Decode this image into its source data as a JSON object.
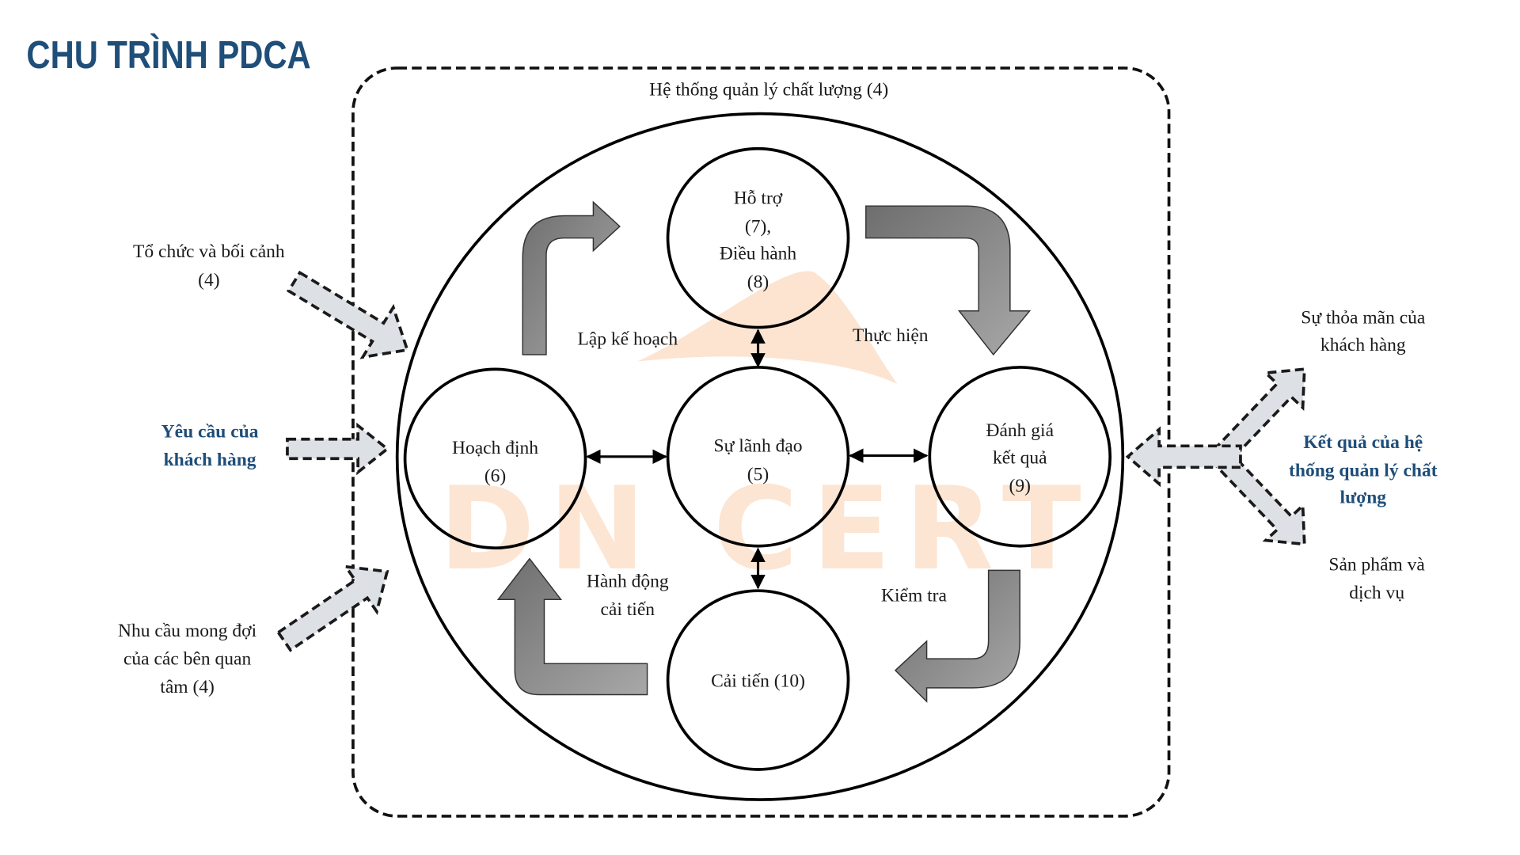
{
  "title": "CHU TRÌNH PDCA",
  "system_label": "Hệ thống quản lý chất lượng (4)",
  "watermark": "DN CERT",
  "circles": {
    "top": [
      "Hỗ trợ",
      "(7),",
      "Điều hành",
      "(8)"
    ],
    "left": [
      "Hoạch định",
      "(6)"
    ],
    "center": [
      "Sự lãnh đạo",
      "(5)"
    ],
    "right": [
      "Đánh giá",
      "kết quả",
      "(9)"
    ],
    "bottom": [
      "Cải tiến (10)"
    ]
  },
  "cycle_labels": {
    "plan": "Lập kế hoạch",
    "do": "Thực hiện",
    "check": "Kiểm tra",
    "act": [
      "Hành động",
      "cải tiến"
    ]
  },
  "inputs": {
    "context": [
      "Tổ chức và bối cảnh",
      "(4)"
    ],
    "customer_requirements": [
      "Yêu cầu của",
      "khách hàng"
    ],
    "stakeholders": [
      "Nhu cầu mong đợi",
      "của các bên quan",
      "tâm (4)"
    ]
  },
  "outputs": {
    "satisfaction": [
      "Sự thỏa mãn của",
      "khách hàng"
    ],
    "results": [
      "Kết quả của hệ",
      "thống quản lý chất",
      "lượng"
    ],
    "products": [
      "Sản phẩm và",
      "dịch vụ"
    ]
  },
  "colors": {
    "title": "#1f4e79",
    "watermark": "#f6a562",
    "arrow_fill": "#dde1e6"
  }
}
